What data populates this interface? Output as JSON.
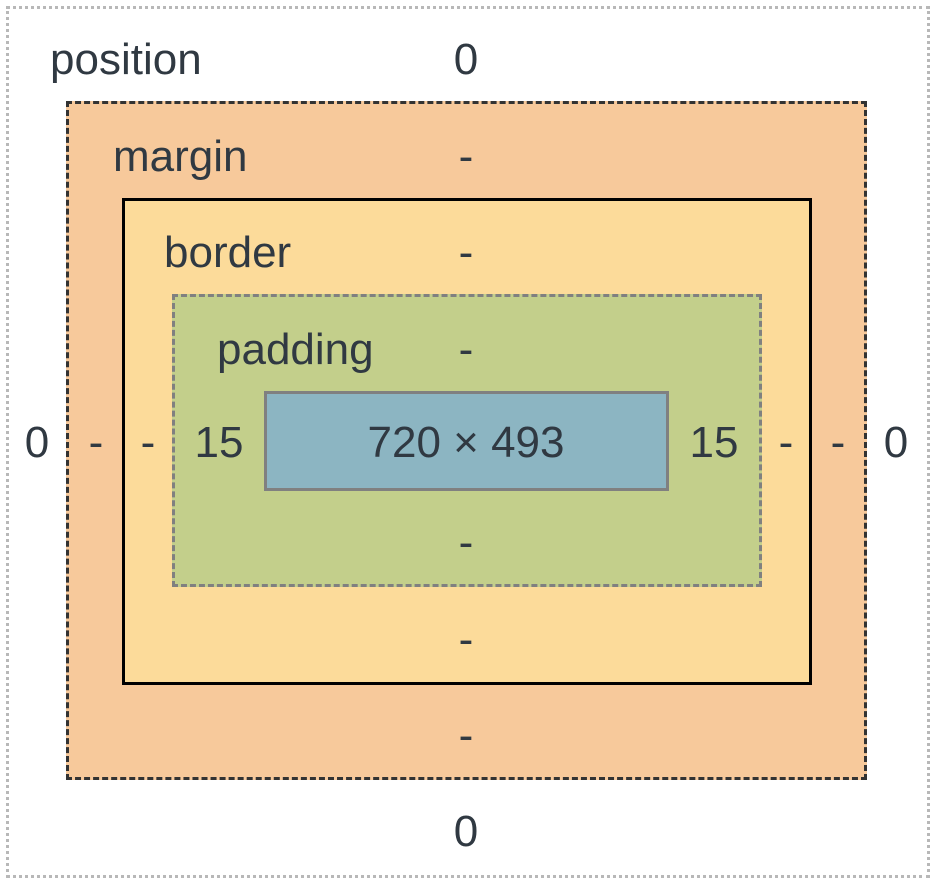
{
  "box_model": {
    "position": {
      "label": "position",
      "top": "0",
      "right": "0",
      "bottom": "0",
      "left": "0"
    },
    "margin": {
      "label": "margin",
      "top": "-",
      "right": "-",
      "bottom": "-",
      "left": "-"
    },
    "border": {
      "label": "border",
      "top": "-",
      "right": "-",
      "bottom": "-",
      "left": "-"
    },
    "padding": {
      "label": "padding",
      "top": "-",
      "right": "15",
      "bottom": "-",
      "left": "15"
    },
    "content": {
      "size": "720 × 493"
    }
  },
  "colors": {
    "margin": "#f7c99b",
    "border": "#fcdb9a",
    "padding": "#c3cf8b",
    "content": "#8cb5c2"
  }
}
